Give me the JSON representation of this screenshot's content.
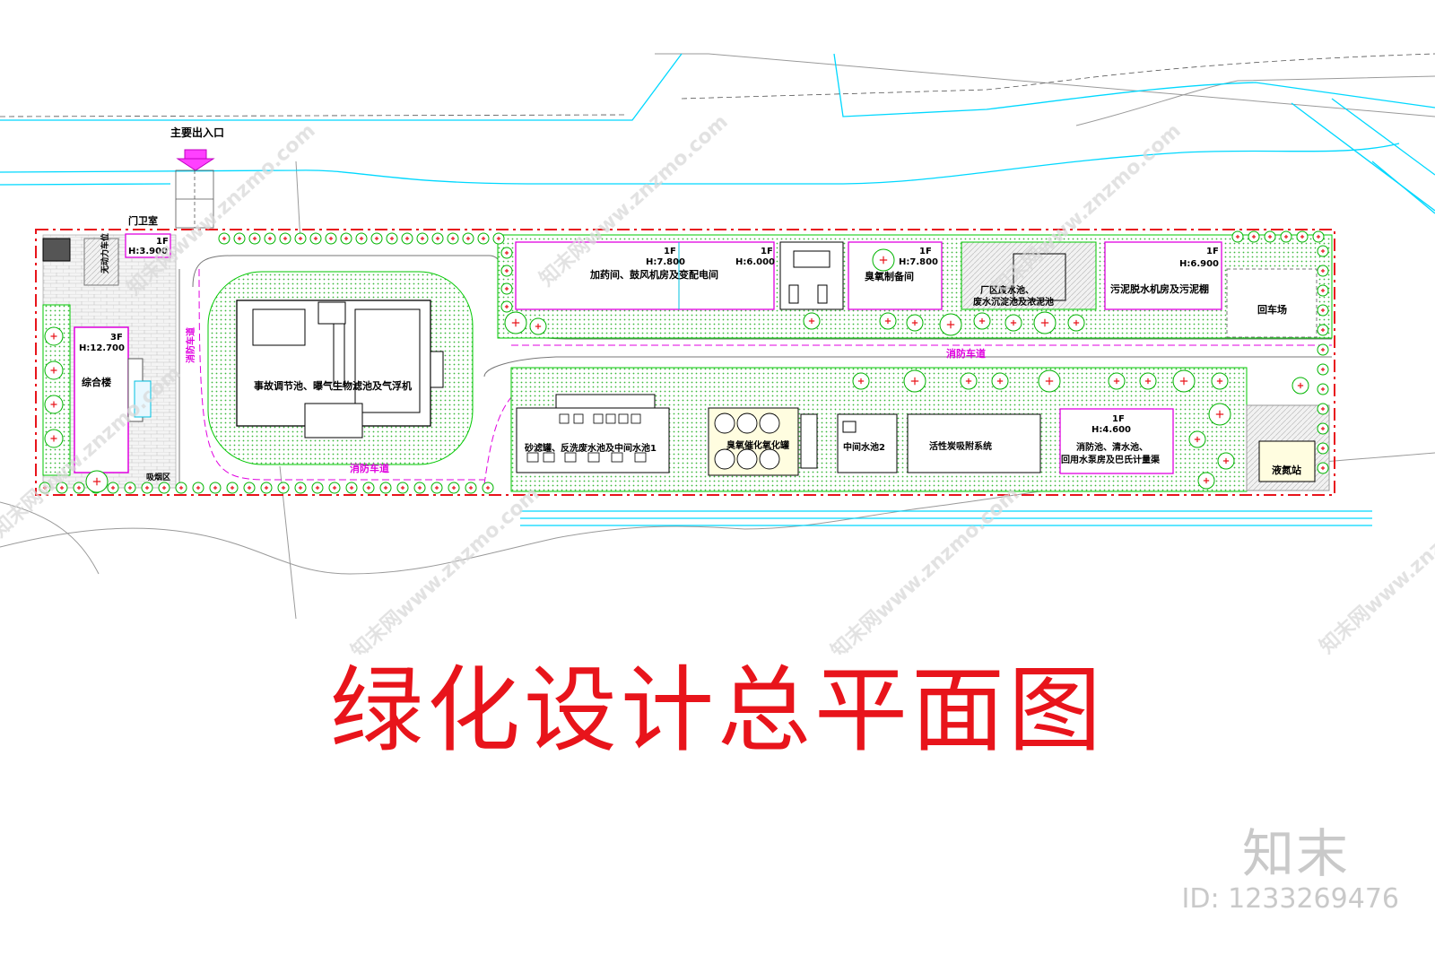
{
  "title": "绿化设计总平面图",
  "brand": "知末",
  "image_id": "ID: 1233269476",
  "labels": {
    "main_entrance": "主要出入口",
    "guard_room": "门卫室",
    "guard_floor": "1F",
    "guard_height": "H:3.900",
    "unpowered_parking": "无动力车位",
    "complex_name": "综合楼",
    "complex_floor": "3F",
    "complex_height": "H:12.700",
    "smoking_area": "吸烟区",
    "fire_lane": "消防车道",
    "accident_pool": "事故调节池、曝气生物滤池及气浮机",
    "dosing_room": "加药间、鼓风机房及变配电间",
    "dosing_floor_a": "1F",
    "dosing_height_a": "H:7.800",
    "dosing_floor_b": "1F",
    "dosing_height_b": "H:6.000",
    "ozone_room": "臭氧制备间",
    "ozone_floor": "1F",
    "ozone_height": "H:7.800",
    "wastewater_pool": "厂区废水池、",
    "wastewater_pool_2": "废水沉淀池及浓泥池",
    "sludge_room": "污泥脱水机房及污泥棚",
    "sludge_floor": "1F",
    "sludge_height": "H:6.900",
    "turnaround": "回车场",
    "sand_filter": "砂滤罐、反洗废水池及中间水池1",
    "ozone_catalytic": "臭氧催化氧化罐",
    "middle_pool_2": "中间水池2",
    "activated_carbon": "活性炭吸附系统",
    "fire_pool": "消防池、清水池、",
    "fire_pool_2": "回用水泵房及巴氏计量渠",
    "fire_pool_floor": "1F",
    "fire_pool_height": "H:4.600",
    "nitrogen_station": "液氮站"
  },
  "watermark": "知末网www.znzmo.com",
  "colors": {
    "boundary": "#e8141b",
    "green_line": "#00c800",
    "road_cyan": "#00d8ff",
    "fire_lane": "#e000e0",
    "building": "#000000",
    "tree_fill": "#ffffff",
    "tree_mark": "#e8141b",
    "hatch_green": "#b8e8b8",
    "title": "#e8141b"
  }
}
